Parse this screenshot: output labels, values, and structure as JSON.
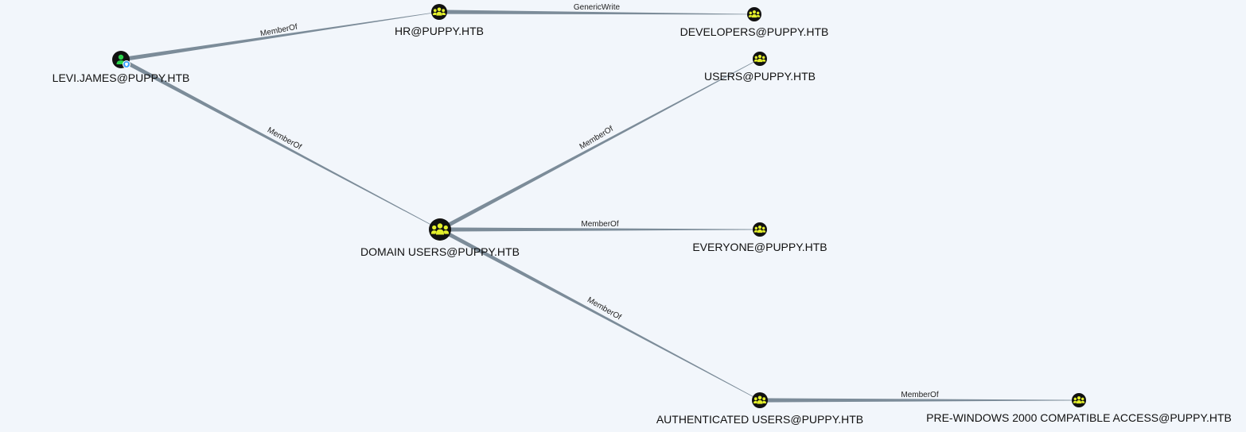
{
  "colors": {
    "background": "#f2f6fb",
    "edge": "#7c8c99",
    "group_fill": "#e3ef2b",
    "user_fill": "#2ad14a",
    "node_ring": "#111111",
    "badge": "#3aa0ff"
  },
  "nodes": [
    {
      "id": "levi",
      "label": "LEVI.JAMES@PUPPY.HTB",
      "kind": "user",
      "icon": "user-icon",
      "badge": "shield-icon"
    },
    {
      "id": "hr",
      "label": "HR@PUPPY.HTB",
      "kind": "group",
      "icon": "group-icon"
    },
    {
      "id": "developers",
      "label": "DEVELOPERS@PUPPY.HTB",
      "kind": "group",
      "icon": "group-icon"
    },
    {
      "id": "users",
      "label": "USERS@PUPPY.HTB",
      "kind": "group",
      "icon": "group-icon"
    },
    {
      "id": "domain_users",
      "label": "DOMAIN USERS@PUPPY.HTB",
      "kind": "group",
      "icon": "group-icon"
    },
    {
      "id": "everyone",
      "label": "EVERYONE@PUPPY.HTB",
      "kind": "group",
      "icon": "group-icon"
    },
    {
      "id": "auth_users",
      "label": "AUTHENTICATED USERS@PUPPY.HTB",
      "kind": "group",
      "icon": "group-icon"
    },
    {
      "id": "prewin2000",
      "label": "PRE-WINDOWS 2000 COMPATIBLE ACCESS@PUPPY.HTB",
      "kind": "group",
      "icon": "group-icon"
    }
  ],
  "edges": [
    {
      "from": "levi",
      "to": "hr",
      "label": "MemberOf"
    },
    {
      "from": "hr",
      "to": "developers",
      "label": "GenericWrite"
    },
    {
      "from": "levi",
      "to": "domain_users",
      "label": "MemberOf"
    },
    {
      "from": "domain_users",
      "to": "users",
      "label": "MemberOf"
    },
    {
      "from": "domain_users",
      "to": "everyone",
      "label": "MemberOf"
    },
    {
      "from": "domain_users",
      "to": "auth_users",
      "label": "MemberOf"
    },
    {
      "from": "auth_users",
      "to": "prewin2000",
      "label": "MemberOf"
    }
  ]
}
